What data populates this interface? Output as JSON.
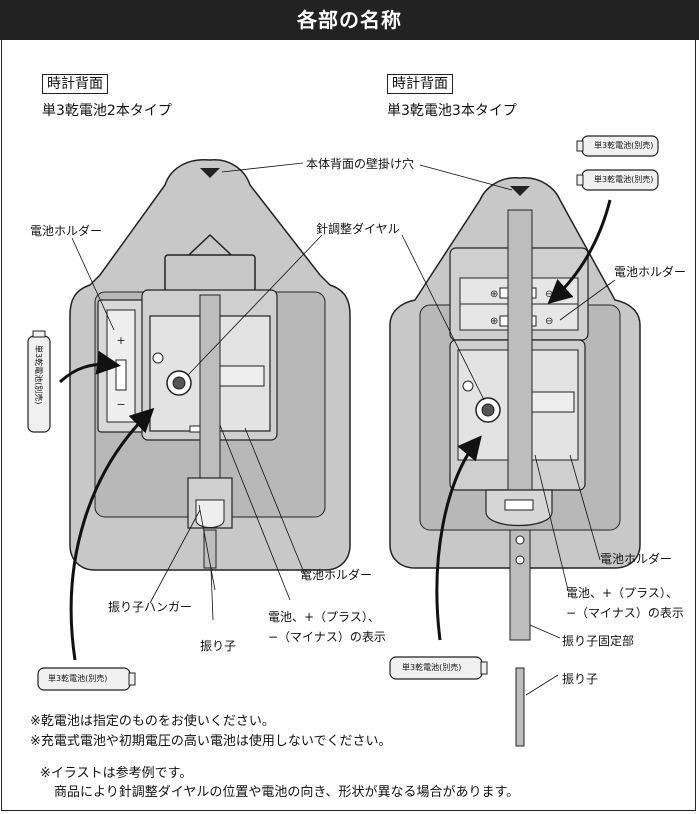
{
  "header": {
    "title": "各部の名称"
  },
  "left": {
    "box_label": "時計背面",
    "subtitle": "単3乾電池2本タイプ",
    "battery_holder": "電池ホルダー",
    "hanger": "振り子ハンガー",
    "pendulum": "振り子",
    "sign_line1": "電池、+（プラス）、",
    "sign_line2": "−（マイナス）の表示",
    "battery_text": "単3乾電池(別売)"
  },
  "right": {
    "box_label": "時計背面",
    "subtitle": "単3乾電池3本タイプ",
    "battery_holder_top": "電池ホルダー",
    "battery_holder_bottom": "電池ホルダー",
    "sign_line1": "電池、+（プラス）、",
    "sign_line2": "−（マイナス）の表示",
    "pendulum_fix": "振り子固定部",
    "pendulum": "振り子",
    "battery_text": "単3乾電池(別売)"
  },
  "center": {
    "hanging_hole": "本体背面の壁掛け穴",
    "needle_dial": "針調整ダイヤル"
  },
  "notes": {
    "line1": "※乾電池は指定のものをお使いください。",
    "line2": "※充電式電池や初期電圧の高い電池は使用しないでください。",
    "line3": "※イラストは参考例です。",
    "line4": "商品により針調整ダイヤルの位置や電池の向き、形状が異なる場合があります。"
  },
  "colors": {
    "header_bg": "#222222",
    "clock_body": "#c8c8c8",
    "panel": "#b4b4b4",
    "movement": "#dcdcdc"
  }
}
